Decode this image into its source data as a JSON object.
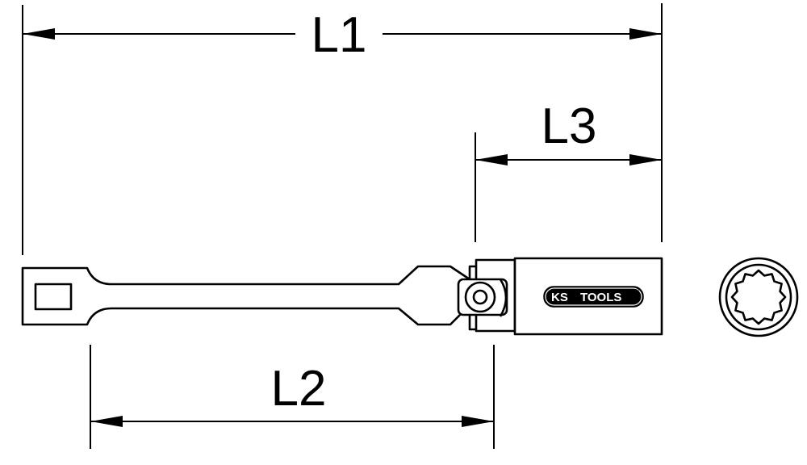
{
  "dimensions": {
    "l1": "L1",
    "l2": "L2",
    "l3": "L3"
  },
  "logo": {
    "ks": "KS",
    "tools": "TOOLS",
    "registered": "®"
  },
  "colors": {
    "line": "#000000",
    "background": "#ffffff",
    "logo_fill": "#000000",
    "logo_text": "#ffffff"
  },
  "icons": [
    "arrowhead",
    "twelve-point-socket-icon",
    "brand-logo"
  ]
}
